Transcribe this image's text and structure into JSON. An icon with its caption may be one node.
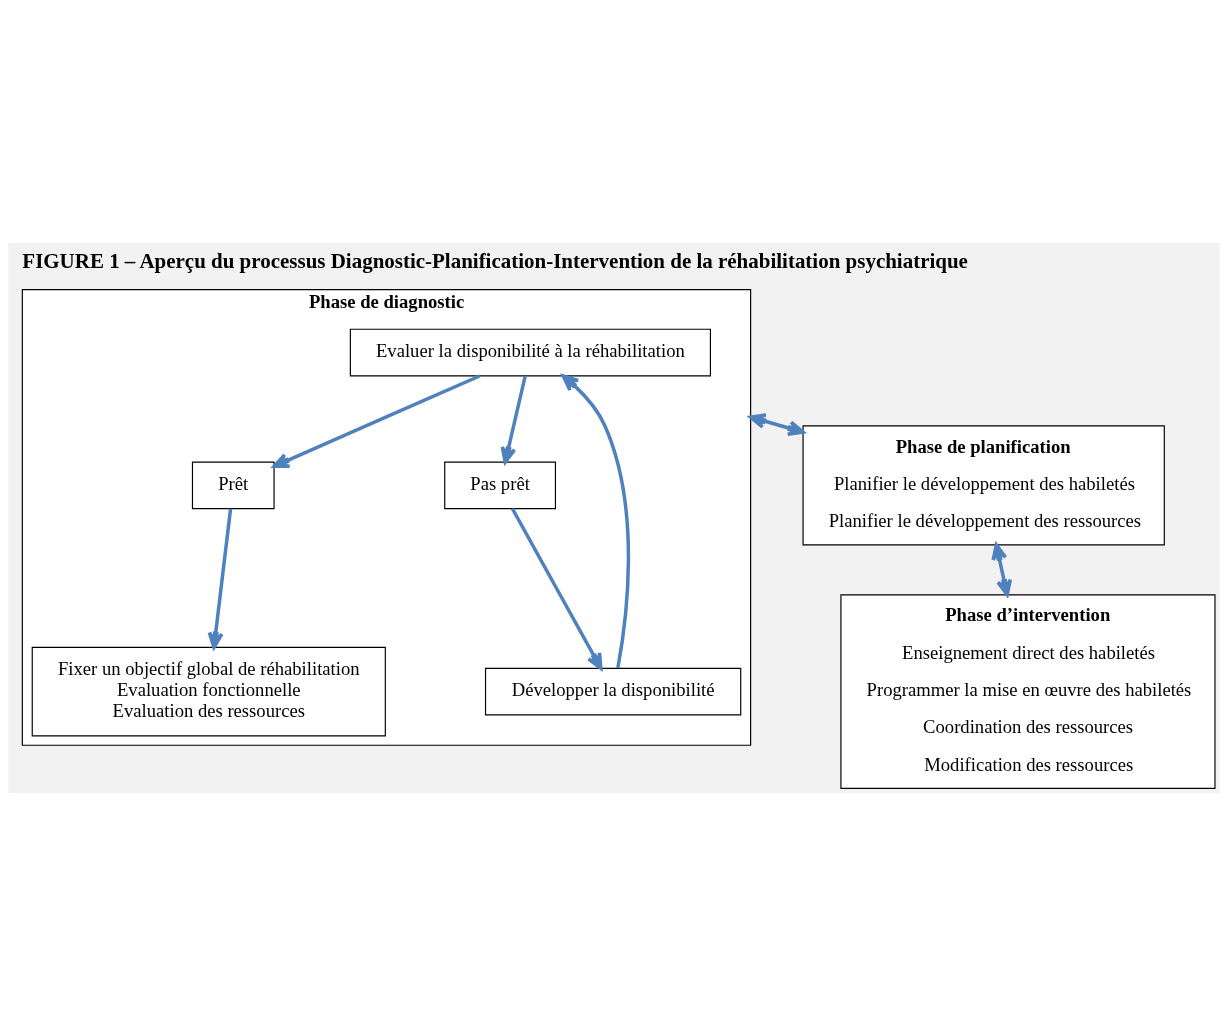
{
  "diagram": {
    "title": "FIGURE 1 – Aperçu du processus Diagnostic-Planification-Intervention de la réhabilitation psychiatrique",
    "nodes": [
      {
        "text": [
          "Phase de diagnostic"
        ]
      },
      {
        "text": [
          "Evaluer la disponibilité à la réhabilitation"
        ],
        "in": 0
      },
      {
        "text": [
          "Prêt"
        ],
        "in": 0
      },
      {
        "text": [
          "Pas prêt"
        ],
        "in": 0
      },
      {
        "text": [
          "Développer la disponibilité"
        ],
        "in": 0
      },
      {
        "text": [
          "Fixer un objectif global de réhabilitation",
          "Evaluation fonctionnelle",
          "Evaluation des ressources"
        ],
        "in": 0
      },
      {
        "text": [
          "Phase de planification",
          "Planifier le développement des habiletés",
          "Planifier le développement des ressources"
        ]
      },
      {
        "text": [
          "Phase d’intervention",
          "Enseignement direct des habiletés",
          "Programmer la mise en œuvre des habiletés",
          "Coordination des ressources",
          "Modification des ressources"
        ]
      }
    ],
    "edges": [
      {
        "from": 1,
        "to": 2,
        "arrow": "to"
      },
      {
        "from": 4,
        "to": 1,
        "arrow": "to"
      },
      {
        "from": 1,
        "to": 3,
        "arrow": "to"
      },
      {
        "from": 3,
        "to": 4,
        "arrow": "to"
      },
      {
        "from": 2,
        "to": 5,
        "arrow": "to"
      },
      {
        "from": 0,
        "to": 6,
        "arrow": "both"
      },
      {
        "from": 6,
        "to": 7,
        "arrow": "both"
      }
    ]
  }
}
